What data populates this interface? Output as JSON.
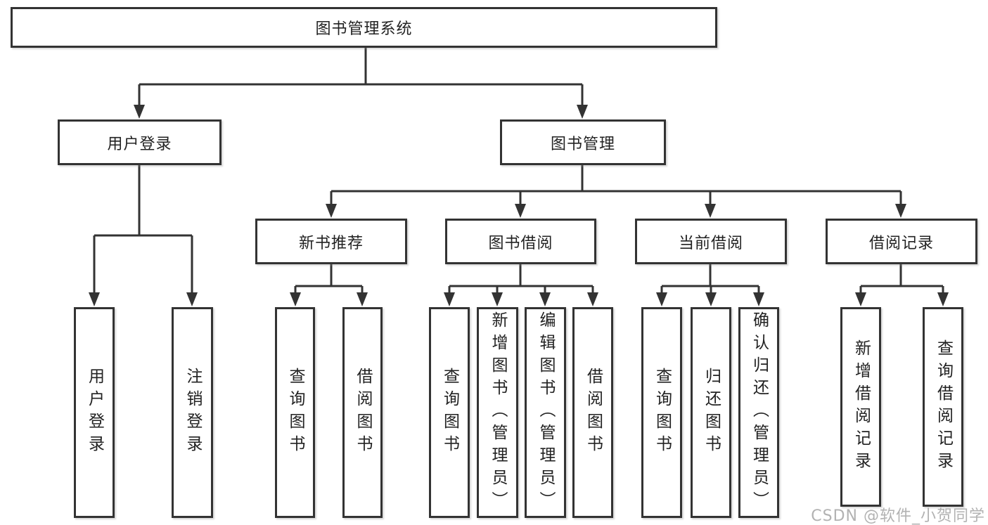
{
  "diagram_type": "hierarchy-tree",
  "tree": {
    "label": "图书管理系统",
    "children": [
      {
        "label": "用户登录",
        "children": [
          {
            "label": "用户登录"
          },
          {
            "label": "注销登录"
          }
        ]
      },
      {
        "label": "图书管理",
        "children": [
          {
            "label": "新书推荐",
            "children": [
              {
                "label": "查询图书"
              },
              {
                "label": "借阅图书"
              }
            ]
          },
          {
            "label": "图书借阅",
            "children": [
              {
                "label": "查询图书"
              },
              {
                "label": "新增图书（管理员）"
              },
              {
                "label": "编辑图书（管理员）"
              },
              {
                "label": "借阅图书"
              }
            ]
          },
          {
            "label": "当前借阅",
            "children": [
              {
                "label": "查询图书"
              },
              {
                "label": "归还图书"
              },
              {
                "label": "确认归还（管理员）"
              }
            ]
          },
          {
            "label": "借阅记录",
            "children": [
              {
                "label": "新增借阅记录"
              },
              {
                "label": "查询借阅记录"
              }
            ]
          }
        ]
      }
    ]
  },
  "watermark": "CSDN @软件_小贺同学",
  "colors": {
    "line": "#333333",
    "box_border": "#333333",
    "text": "#222222",
    "background": "#ffffff",
    "watermark": "#a5a5a5"
  }
}
